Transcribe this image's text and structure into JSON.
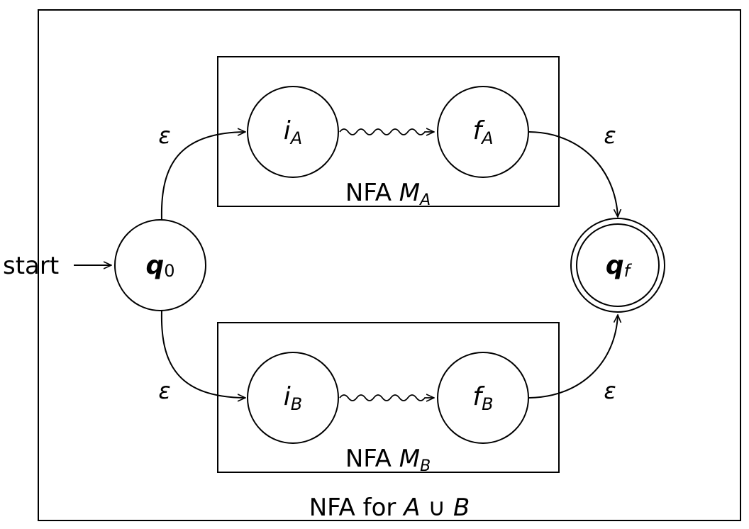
{
  "start_label": "start",
  "epsilon": "ε",
  "states": {
    "q0": {
      "main": "q",
      "sub": "0"
    },
    "qf": {
      "main": "q",
      "sub": "f"
    },
    "iA": {
      "main": "i",
      "sub": "A"
    },
    "fA": {
      "main": "f",
      "sub": "A"
    },
    "iB": {
      "main": "i",
      "sub": "B"
    },
    "fB": {
      "main": "f",
      "sub": "B"
    }
  },
  "machines": {
    "a": {
      "prefix": "NFA ",
      "name": "M",
      "sub": "A"
    },
    "b": {
      "prefix": "NFA ",
      "name": "M",
      "sub": "B"
    }
  },
  "outer": {
    "prefix": "NFA for ",
    "a": "A",
    "op": " ∪ ",
    "b": "B"
  }
}
